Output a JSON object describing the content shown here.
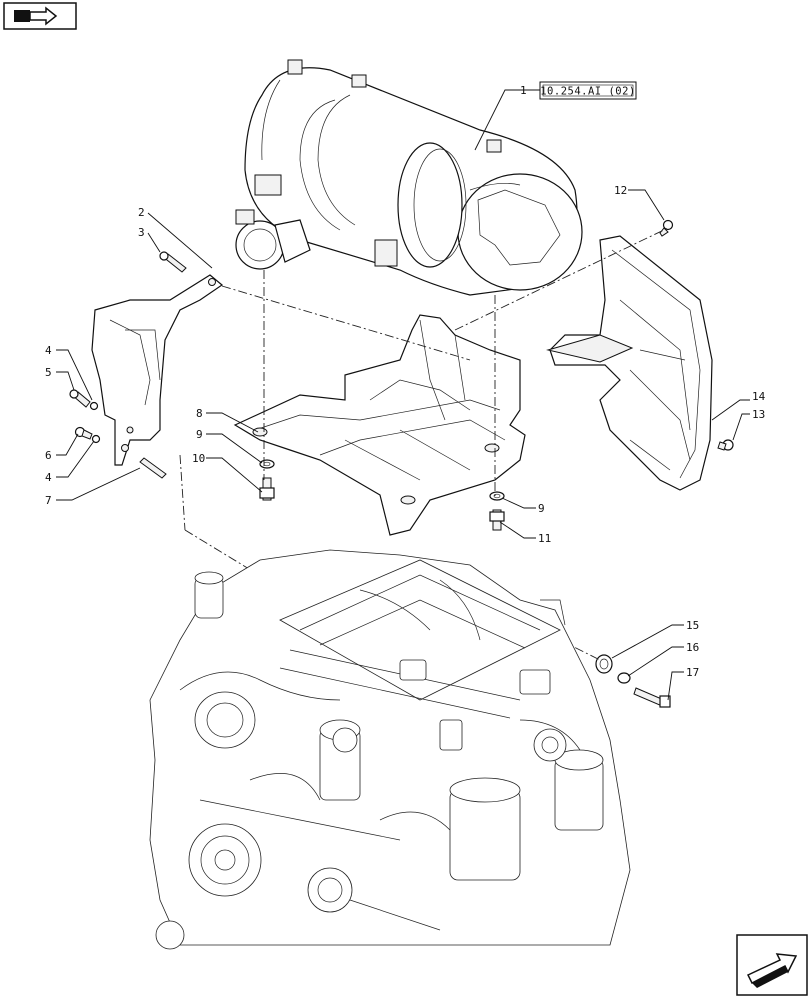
{
  "reference_box": "10.254.AI (02)",
  "callouts": [
    {
      "id": "c1",
      "text": "1"
    },
    {
      "id": "c2",
      "text": "2"
    },
    {
      "id": "c3",
      "text": "3"
    },
    {
      "id": "c4a",
      "text": "4"
    },
    {
      "id": "c5",
      "text": "5"
    },
    {
      "id": "c6",
      "text": "6"
    },
    {
      "id": "c4b",
      "text": "4"
    },
    {
      "id": "c7",
      "text": "7"
    },
    {
      "id": "c8",
      "text": "8"
    },
    {
      "id": "c9a",
      "text": "9"
    },
    {
      "id": "c10",
      "text": "10"
    },
    {
      "id": "c9b",
      "text": "9"
    },
    {
      "id": "c11",
      "text": "11"
    },
    {
      "id": "c12",
      "text": "12"
    },
    {
      "id": "c13",
      "text": "13"
    },
    {
      "id": "c14",
      "text": "14"
    },
    {
      "id": "c15",
      "text": "15"
    },
    {
      "id": "c16",
      "text": "16"
    },
    {
      "id": "c17",
      "text": "17"
    }
  ],
  "icons": {
    "top_left": "book-arrow-icon",
    "bottom_right": "next-page-arrow-icon"
  }
}
